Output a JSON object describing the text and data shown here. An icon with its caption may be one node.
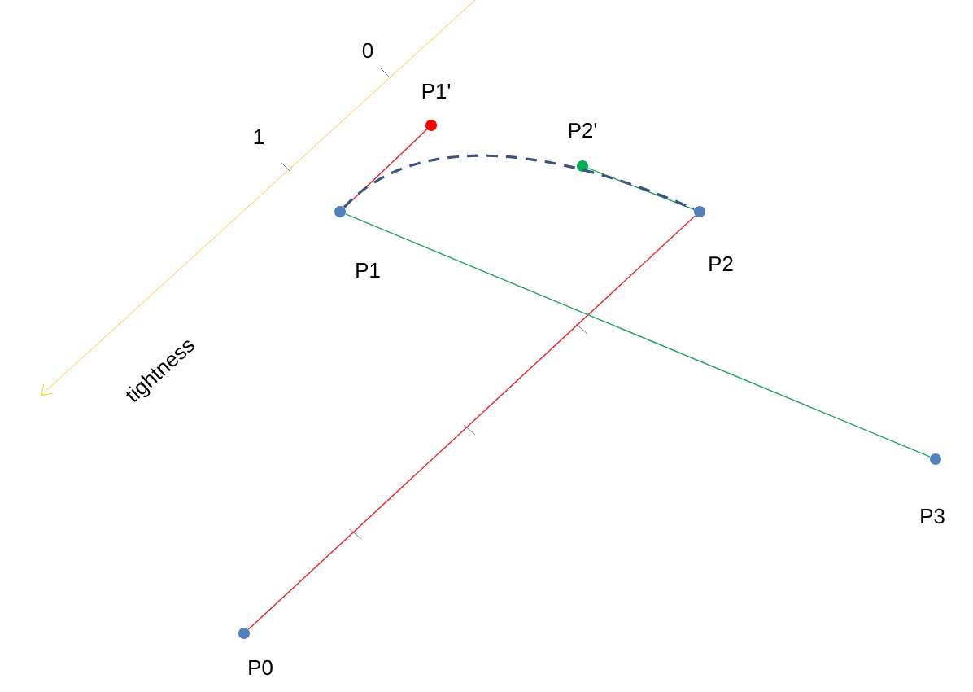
{
  "diagram": {
    "nodes": [
      {
        "text": [],
        "shape": "circle",
        "beside": [
          "P0"
        ]
      },
      {
        "text": [],
        "shape": "circle",
        "beside": [
          "P1"
        ]
      },
      {
        "text": [],
        "shape": "circle",
        "beside": [
          "P2"
        ]
      },
      {
        "text": [],
        "shape": "circle",
        "beside": [
          "P3"
        ]
      },
      {
        "text": [],
        "shape": "circle",
        "beside": [
          "P1'"
        ]
      },
      {
        "text": [],
        "shape": "circle",
        "beside": [
          "P2'"
        ]
      }
    ],
    "edges": [
      {
        "from": 0,
        "to": 2,
        "arrow": "none",
        "color": "#e8202a"
      },
      {
        "from": 1,
        "to": 3,
        "arrow": "none",
        "color": "#22a35a"
      },
      {
        "from": 1,
        "to": 4,
        "arrow": "none",
        "color": "#e8202a"
      },
      {
        "from": 2,
        "to": 5,
        "arrow": "none",
        "color": "#22a35a"
      },
      {
        "from": 1,
        "to": 2,
        "arrow": "none",
        "style": "dashed",
        "color": "#3a5580"
      }
    ],
    "labels": [
      "0",
      "1",
      "tightness"
    ]
  }
}
